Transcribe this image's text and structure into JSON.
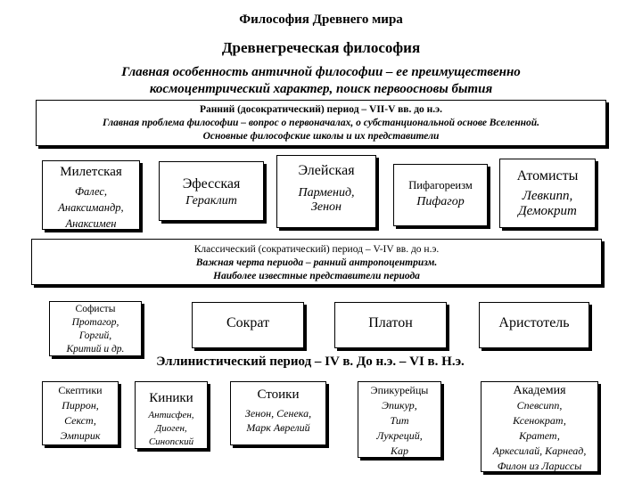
{
  "title": "Философия Древнего мира",
  "subtitle": "Древнегреческая философия",
  "main_feature": [
    "Главная особенность античной философии – ее преимущественно",
    "космоцентрический характер, поиск первоосновы бытия"
  ],
  "early_period": {
    "heading": "Ранний (досократический) период – VII-V вв. до н.э.",
    "problem": "Главная проблема философии – вопрос о первоначалах, о субстанциональной основе Вселенной.",
    "schools_caption": "Основные философские школы и их представители"
  },
  "early_schools": [
    {
      "name": "Милетская",
      "members": [
        "Фалес,",
        "Анаксимандр,",
        "Анаксимен"
      ]
    },
    {
      "name": "Эфесская",
      "members": [
        "Гераклит"
      ]
    },
    {
      "name": "Элейская",
      "members": [
        "Парменид,",
        "Зенон"
      ]
    },
    {
      "name": "Пифагореизм",
      "members": [
        "Пифагор"
      ]
    },
    {
      "name": "Атомисты",
      "members": [
        "Левкипп,",
        "Демокрит"
      ]
    }
  ],
  "classical_period": {
    "heading": "Классический (сократический) период – V-IV вв. до н.э.",
    "feature": "Важная черта периода – ранний антропоцентризм.",
    "representatives_caption": "Наиболее известные представители периода"
  },
  "classical_figures": [
    {
      "name": "Софисты",
      "members": [
        "Протагор,",
        "Горгий,",
        "Критий и др."
      ]
    },
    {
      "name": "Сократ"
    },
    {
      "name": "Платон"
    },
    {
      "name": "Аристотель"
    }
  ],
  "hellenistic_period": {
    "heading": "Эллинистический период – IV в. До н.э. – VI в. Н.э."
  },
  "hellenistic_schools": [
    {
      "name": "Скептики",
      "members": [
        "Пиррон,",
        "Секст,",
        "Эмпирик"
      ]
    },
    {
      "name": "Киники",
      "members": [
        "Антисфен,",
        "Диоген,",
        "Синопский"
      ]
    },
    {
      "name": "Стоики",
      "members": [
        "Зенон, Сенека,",
        "Марк Аврелий"
      ]
    },
    {
      "name": "Эпикурейцы",
      "members": [
        "Эпикур,",
        "Тит",
        "Лукреций,",
        "Кар"
      ]
    },
    {
      "name": "Академия",
      "members": [
        "Спевсипп,",
        "Ксенократ,",
        "Кратет,",
        "Аркесилай, Карнеад,",
        "Филон из Ларисcы"
      ]
    }
  ]
}
